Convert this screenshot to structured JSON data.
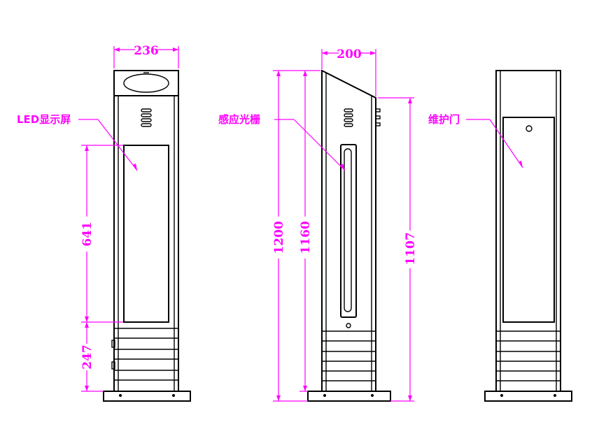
{
  "dimensions": {
    "front_width": "236",
    "front_display_height": "641",
    "front_base_height": "247",
    "side_width": "200",
    "side_total_height": "1200",
    "side_body_height": "1160",
    "rear_height": "1107"
  },
  "callouts": {
    "led_display": "LED显示屏",
    "sensor_grating": "感应光栅",
    "maintenance_door": "维护门"
  },
  "colors": {
    "dimension": "#ff00ff",
    "outline": "#000000"
  }
}
